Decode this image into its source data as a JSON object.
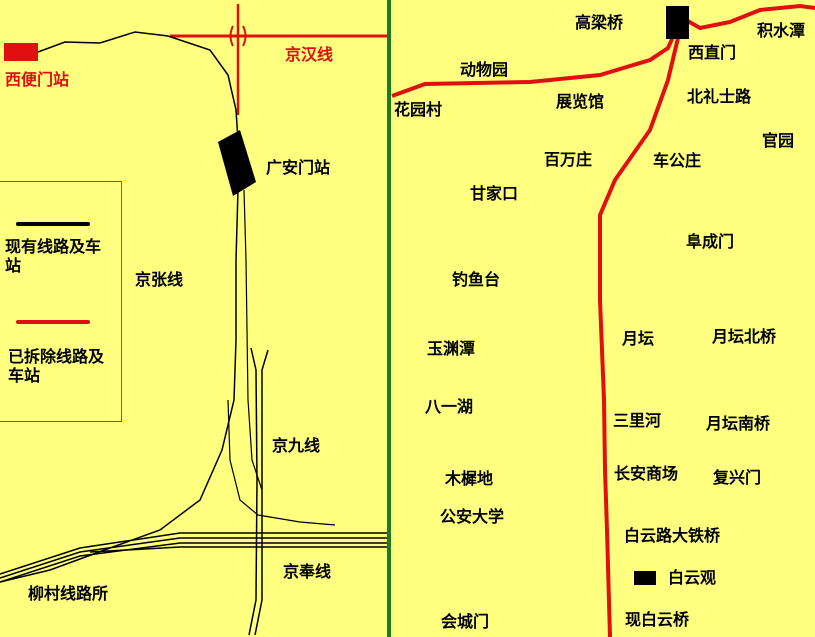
{
  "labels": {
    "xibianmen": "西便门站",
    "jinghan": "京汉线",
    "guanganmen": "广安门站",
    "jingzhang": "京张线",
    "jingjiu": "京九线",
    "jingfeng": "京奉线",
    "liucun": "柳村线路所",
    "gaoliangqiao": "高梁桥",
    "jishuitan": "积水潭",
    "xizhimen": "西直门",
    "dongwuyuan": "动物园",
    "huayuancun": "花园村",
    "zhanlanguan": "展览馆",
    "beilishilu": "北礼士路",
    "guanyuan": "官园",
    "baiwanzhuang": "百万庄",
    "chegongzhuang": "车公庄",
    "ganjiakou": "甘家口",
    "fuchengmen": "阜成门",
    "diaoyutai": "钓鱼台",
    "yuyuantan": "玉渊潭",
    "yuetan": "月坛",
    "yuetanbeiqiao": "月坛北桥",
    "bayihu": "八一湖",
    "sanlihe": "三里河",
    "yuetannanqiao": "月坛南桥",
    "muxidi": "木樨地",
    "changanshangchang": "长安商场",
    "fuxingmen": "复兴门",
    "gonganuniv": "公安大学",
    "baiyunludatieqiao": "白云路大铁桥",
    "baiyunguan": "白云观",
    "huichengmen": "会城门",
    "xianbaiyunqiao": "现白云桥"
  },
  "legend": {
    "existing": "现有线路及车站",
    "removed": "已拆除线路及车站"
  },
  "colors": {
    "background": "#ffff80",
    "existing_line": "#000000",
    "removed_line": "#e01010",
    "divider": "#1e7a1e",
    "legend_border": "#2e8b3a"
  }
}
